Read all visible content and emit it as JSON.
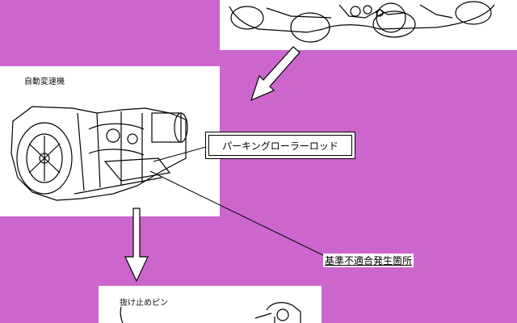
{
  "diagram": {
    "transmission_label": "自動変速機",
    "part_callout": "パーキングローラーロッド",
    "nonconformity_label": "基準不適合発生箇所",
    "pin_label": "抜け止めピン"
  },
  "colors": {
    "background": "#cc66cc",
    "panel": "#ffffff",
    "line": "#000000"
  }
}
